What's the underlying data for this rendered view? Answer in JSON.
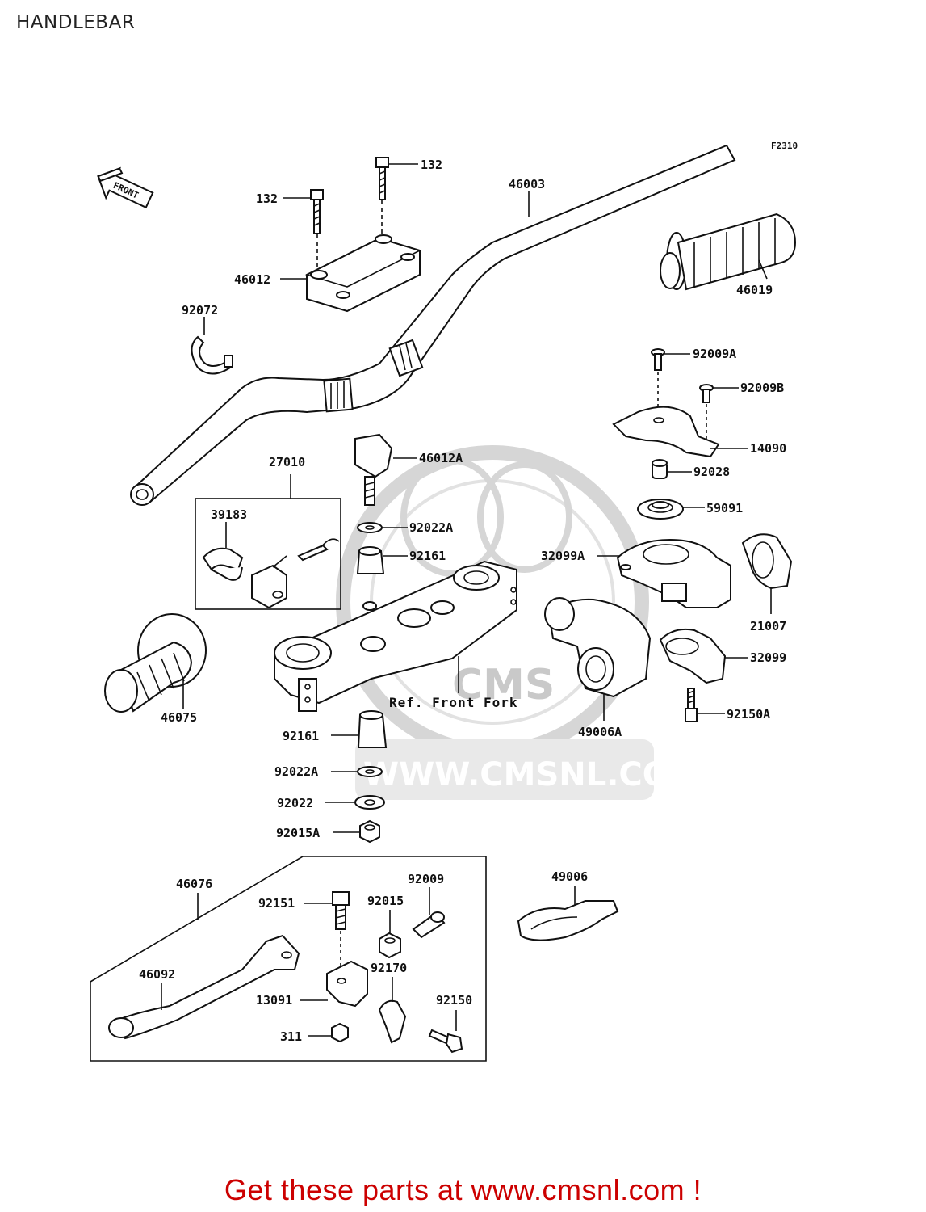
{
  "page": {
    "title": "HANDLEBAR"
  },
  "figure_code": "F2310",
  "front_arrow": "FRONT",
  "ref_note": "Ref. Front Fork",
  "watermark": {
    "domain": "WWW.CMSNL.COM",
    "brand": "CMS"
  },
  "labels": {
    "bolt_a": "132",
    "bolt_b": "132",
    "handlebar": "46003",
    "holder_upper": "46012",
    "grip_right": "46019",
    "band": "92072",
    "screw_a": "92009A",
    "screw_b": "92009B",
    "cover": "14090",
    "holder_lower": "46012A",
    "switch_assy": "27010",
    "clamp": "39183",
    "spacer": "92028",
    "pulley": "59091",
    "washer_a_top": "92022A",
    "damper_top": "92161",
    "case_a": "32099A",
    "housing": "21007",
    "case": "32099",
    "grip_left": "46075",
    "throttle_body": "49006A",
    "bolt_150a": "92150A",
    "damper_bottom": "92161",
    "washer_a_bottom": "92022A",
    "washer": "92022",
    "nut_a": "92015A",
    "lever_assy": "46076",
    "throttle_cap": "49006",
    "bolt_151": "92151",
    "nut_015": "92015",
    "screw_009": "92009",
    "lever": "46092",
    "bracket_clamp": "92170",
    "holder": "13091",
    "bolt_150": "92150",
    "nut_311": "311"
  },
  "footer": {
    "text": "Get these parts at www.cmsnl.com !",
    "color": "#cc0000"
  }
}
